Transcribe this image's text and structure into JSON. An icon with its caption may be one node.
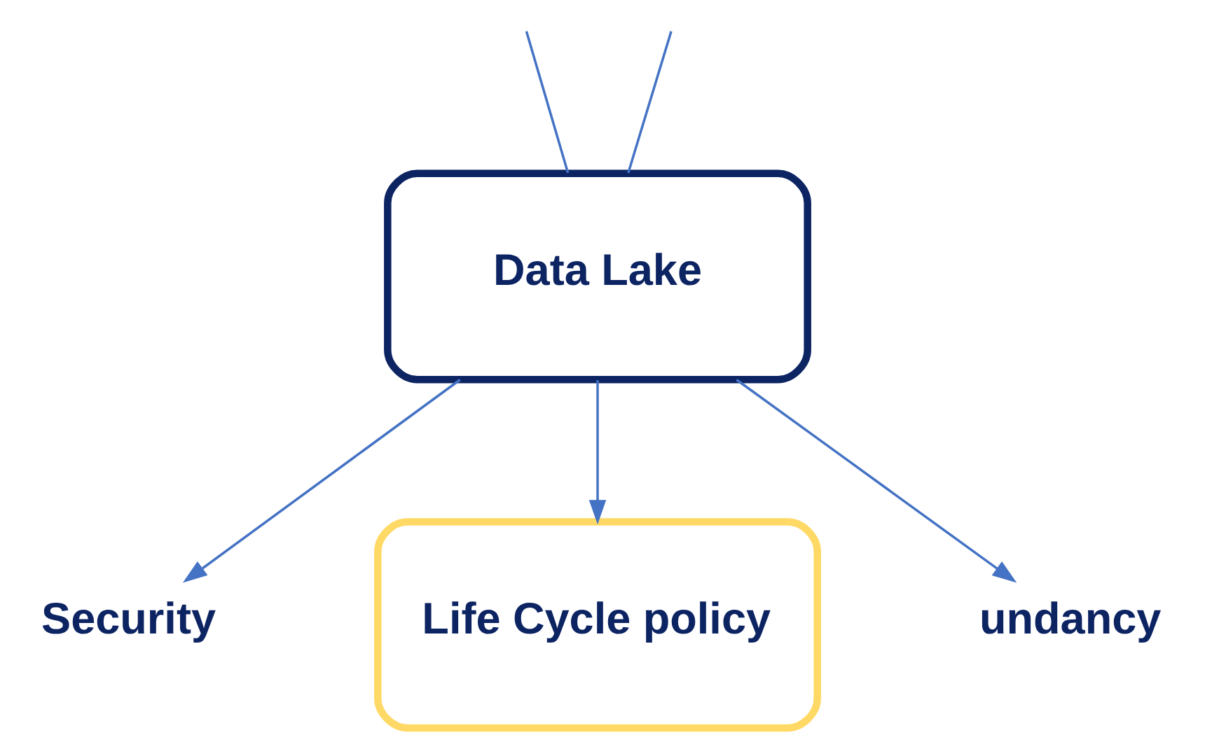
{
  "diagram": {
    "nodes": [
      {
        "text": [
          "Data Lake"
        ]
      },
      {
        "text": [
          "Security"
        ]
      },
      {
        "text": [
          "Life Cycle policy"
        ]
      },
      {
        "text": [
          "undancy"
        ]
      }
    ],
    "edges": [
      {
        "from": null,
        "to": 0,
        "arrow": "none"
      },
      {
        "from": null,
        "to": 0,
        "arrow": "none"
      },
      {
        "from": 0,
        "to": 1,
        "arrow": "to"
      },
      {
        "from": 0,
        "to": 3,
        "arrow": "to"
      },
      {
        "from": 0,
        "to": 2,
        "arrow": "to"
      }
    ]
  }
}
